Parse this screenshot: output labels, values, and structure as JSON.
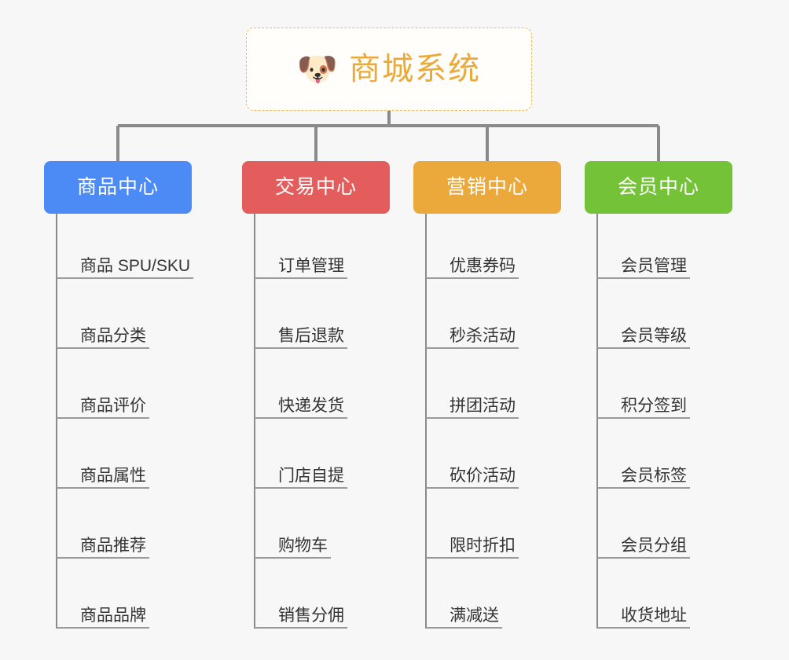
{
  "diagram": {
    "type": "mind-map",
    "background_color": "#f7f7f7",
    "root": {
      "icon": "shiba-dog-face-emoji",
      "icon_glyph": "🐶",
      "title": "商城系统",
      "text_color": "#eaa93a",
      "border_color": "#f0b952",
      "fill_color": "#fffefb"
    },
    "connector_color": "#8a8a8a",
    "branches": [
      {
        "id": "product-center",
        "label": "商品中心",
        "color": "#4c8bf5",
        "items": [
          "商品 SPU/SKU",
          "商品分类",
          "商品评价",
          "商品属性",
          "商品推荐",
          "商品品牌"
        ]
      },
      {
        "id": "trade-center",
        "label": "交易中心",
        "color": "#e45d5d",
        "items": [
          "订单管理",
          "售后退款",
          "快递发货",
          "门店自提",
          "购物车",
          "销售分佣"
        ]
      },
      {
        "id": "marketing-center",
        "label": "营销中心",
        "color": "#eaa93a",
        "items": [
          "优惠券码",
          "秒杀活动",
          "拼团活动",
          "砍价活动",
          "限时折扣",
          "满减送"
        ]
      },
      {
        "id": "member-center",
        "label": "会员中心",
        "color": "#74c238",
        "items": [
          "会员管理",
          "会员等级",
          "积分签到",
          "会员标签",
          "会员分组",
          "收货地址"
        ]
      }
    ]
  }
}
